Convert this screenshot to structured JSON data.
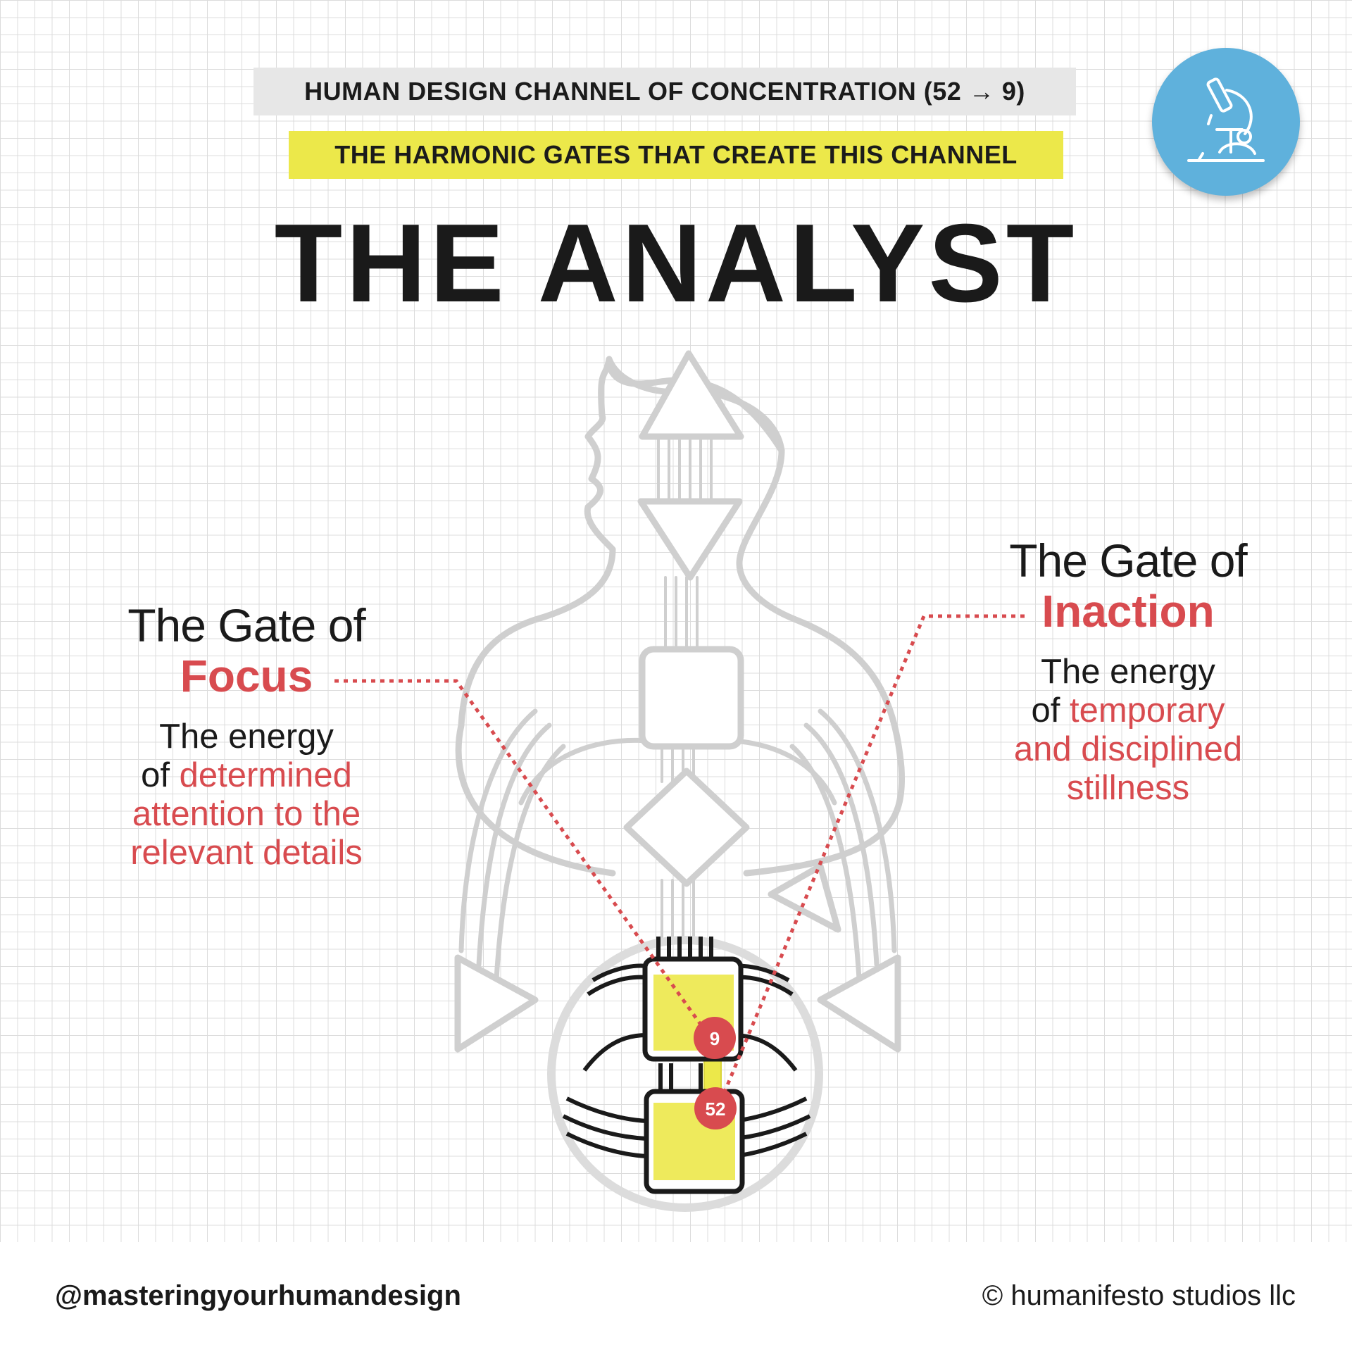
{
  "header": {
    "channel_label": "HUMAN DESIGN CHANNEL OF CONCENTRATION (52 → 9)",
    "subtitle": "THE HARMONIC GATES THAT CREATE THIS CHANNEL",
    "title": "THE ANALYST"
  },
  "badge": {
    "icon": "microscope-icon",
    "color": "#5fb1dc"
  },
  "gates": {
    "left": {
      "heading": "The Gate of",
      "name": "Focus",
      "desc_prefix": "The energy",
      "desc_of": "of",
      "desc_red_1": "determined",
      "desc_red_2": "attention to the",
      "desc_red_3": "relevant details"
    },
    "right": {
      "heading": "The Gate of",
      "name": "Inaction",
      "desc_prefix": "The energy",
      "desc_of": "of",
      "desc_red_1": "temporary",
      "desc_red_2": "and disciplined",
      "desc_red_3": "stillness"
    }
  },
  "markers": {
    "upper": "9",
    "lower": "52"
  },
  "colors": {
    "accent_red": "#d84b4f",
    "highlight_yellow": "#ece84a",
    "outline_gray": "#cfcfcf"
  },
  "footer": {
    "handle": "@masteringyourhumandesign",
    "copyright": "© humanifesto studios llc"
  }
}
